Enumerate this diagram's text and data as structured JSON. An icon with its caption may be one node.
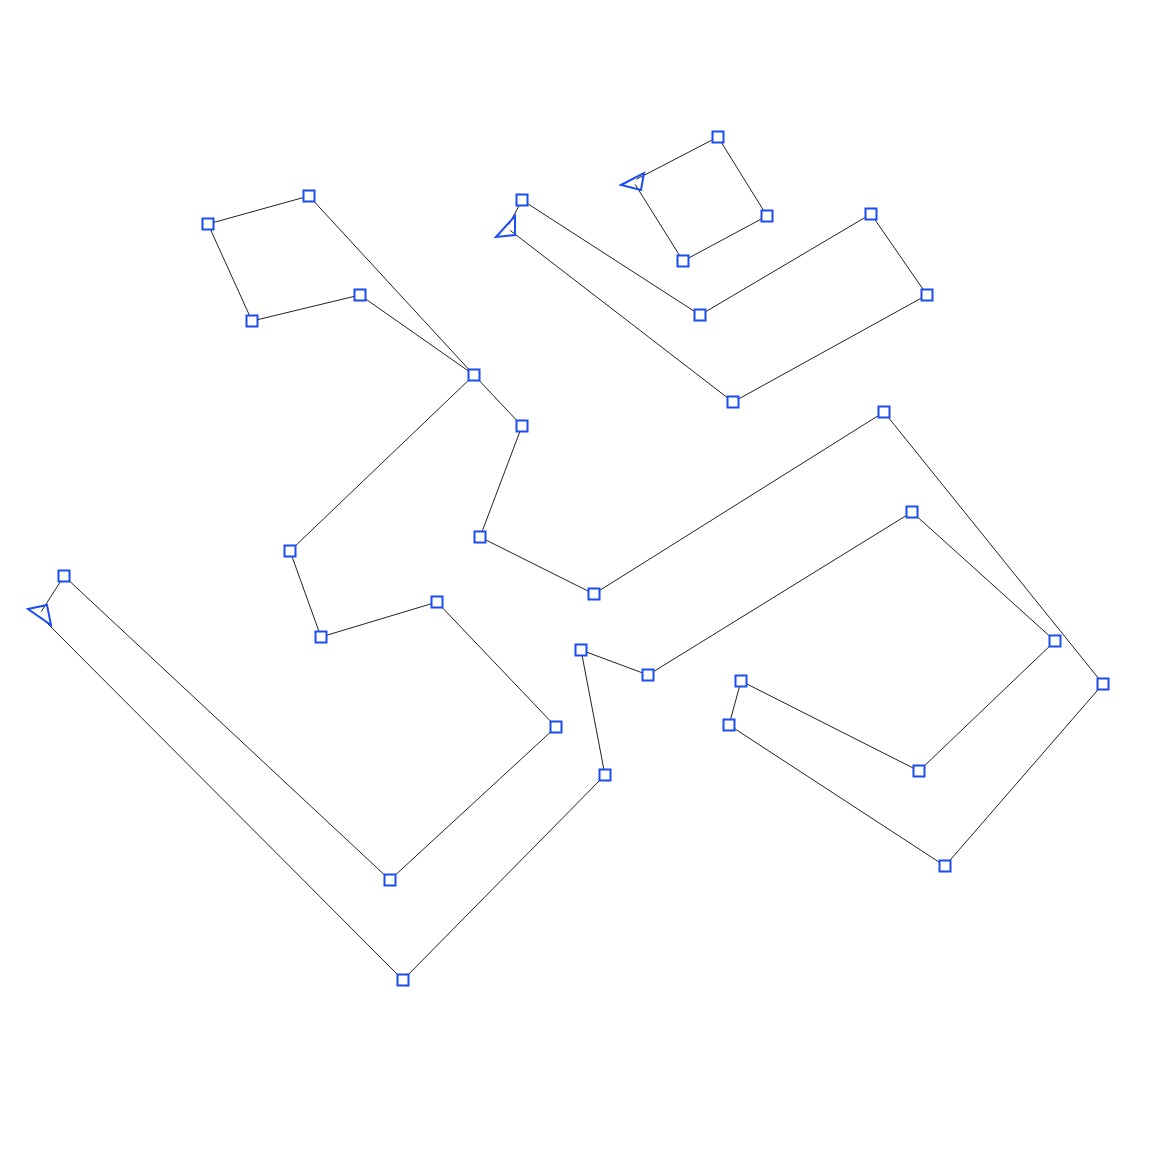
{
  "diagram": {
    "nodes": [
      {
        "text": [],
        "shape": "box"
      },
      {
        "text": [],
        "shape": "triangle"
      },
      {
        "text": [],
        "shape": "box"
      },
      {
        "text": [],
        "shape": "box"
      },
      {
        "text": [],
        "shape": "box"
      },
      {
        "text": [],
        "shape": "box"
      },
      {
        "text": [],
        "shape": "box"
      },
      {
        "text": [],
        "shape": "triangle"
      },
      {
        "text": [],
        "shape": "box"
      },
      {
        "text": [],
        "shape": "box"
      },
      {
        "text": [],
        "shape": "box"
      },
      {
        "text": [],
        "shape": "box"
      },
      {
        "text": [],
        "shape": "box"
      },
      {
        "text": [],
        "shape": "box"
      },
      {
        "text": [],
        "shape": "box"
      },
      {
        "text": [],
        "shape": "box"
      },
      {
        "text": [],
        "shape": "box"
      },
      {
        "text": [],
        "shape": "box"
      },
      {
        "text": [],
        "shape": "box"
      },
      {
        "text": [],
        "shape": "box"
      },
      {
        "text": [],
        "shape": "box"
      },
      {
        "text": [],
        "shape": "box"
      },
      {
        "text": [],
        "shape": "box"
      },
      {
        "text": [],
        "shape": "triangle"
      },
      {
        "text": [],
        "shape": "box"
      },
      {
        "text": [],
        "shape": "box"
      },
      {
        "text": [],
        "shape": "box"
      },
      {
        "text": [],
        "shape": "box"
      },
      {
        "text": [],
        "shape": "box"
      },
      {
        "text": [],
        "shape": "box"
      },
      {
        "text": [],
        "shape": "box"
      },
      {
        "text": [],
        "shape": "box"
      },
      {
        "text": [],
        "shape": "box"
      },
      {
        "text": [],
        "shape": "box"
      },
      {
        "text": [],
        "shape": "box"
      },
      {
        "text": [],
        "shape": "box"
      },
      {
        "text": [],
        "shape": "box"
      }
    ],
    "edges": [
      {
        "from": 1,
        "to": 0,
        "arrow": "none"
      },
      {
        "from": 0,
        "to": 5,
        "arrow": "none"
      },
      {
        "from": 5,
        "to": 8,
        "arrow": "none"
      },
      {
        "from": 8,
        "to": 1,
        "arrow": "none"
      },
      {
        "from": 7,
        "to": 3,
        "arrow": "none"
      },
      {
        "from": 3,
        "to": 11,
        "arrow": "none"
      },
      {
        "from": 11,
        "to": 4,
        "arrow": "none"
      },
      {
        "from": 4,
        "to": 10,
        "arrow": "none"
      },
      {
        "from": 10,
        "to": 14,
        "arrow": "none"
      },
      {
        "from": 14,
        "to": 7,
        "arrow": "none"
      },
      {
        "from": 6,
        "to": 2,
        "arrow": "none"
      },
      {
        "from": 6,
        "to": 12,
        "arrow": "none"
      },
      {
        "from": 12,
        "to": 9,
        "arrow": "none"
      },
      {
        "from": 9,
        "to": 13,
        "arrow": "none"
      },
      {
        "from": 2,
        "to": 13,
        "arrow": "none"
      },
      {
        "from": 13,
        "to": 16,
        "arrow": "none"
      },
      {
        "from": 13,
        "to": 19,
        "arrow": "none"
      },
      {
        "from": 16,
        "to": 18,
        "arrow": "none"
      },
      {
        "from": 18,
        "to": 21,
        "arrow": "none"
      },
      {
        "from": 21,
        "to": 15,
        "arrow": "none"
      },
      {
        "from": 15,
        "to": 29,
        "arrow": "none"
      },
      {
        "from": 29,
        "to": 34,
        "arrow": "none"
      },
      {
        "from": 34,
        "to": 30,
        "arrow": "none"
      },
      {
        "from": 30,
        "to": 28,
        "arrow": "none"
      },
      {
        "from": 28,
        "to": 32,
        "arrow": "none"
      },
      {
        "from": 32,
        "to": 25,
        "arrow": "none"
      },
      {
        "from": 25,
        "to": 17,
        "arrow": "none"
      },
      {
        "from": 17,
        "to": 27,
        "arrow": "none"
      },
      {
        "from": 27,
        "to": 26,
        "arrow": "none"
      },
      {
        "from": 26,
        "to": 33,
        "arrow": "none"
      },
      {
        "from": 33,
        "to": 36,
        "arrow": "none"
      },
      {
        "from": 36,
        "to": 23,
        "arrow": "none"
      },
      {
        "from": 23,
        "to": 20,
        "arrow": "none"
      },
      {
        "from": 20,
        "to": 35,
        "arrow": "none"
      },
      {
        "from": 35,
        "to": 31,
        "arrow": "none"
      },
      {
        "from": 31,
        "to": 22,
        "arrow": "none"
      },
      {
        "from": 22,
        "to": 24,
        "arrow": "none"
      },
      {
        "from": 24,
        "to": 19,
        "arrow": "none"
      }
    ]
  }
}
